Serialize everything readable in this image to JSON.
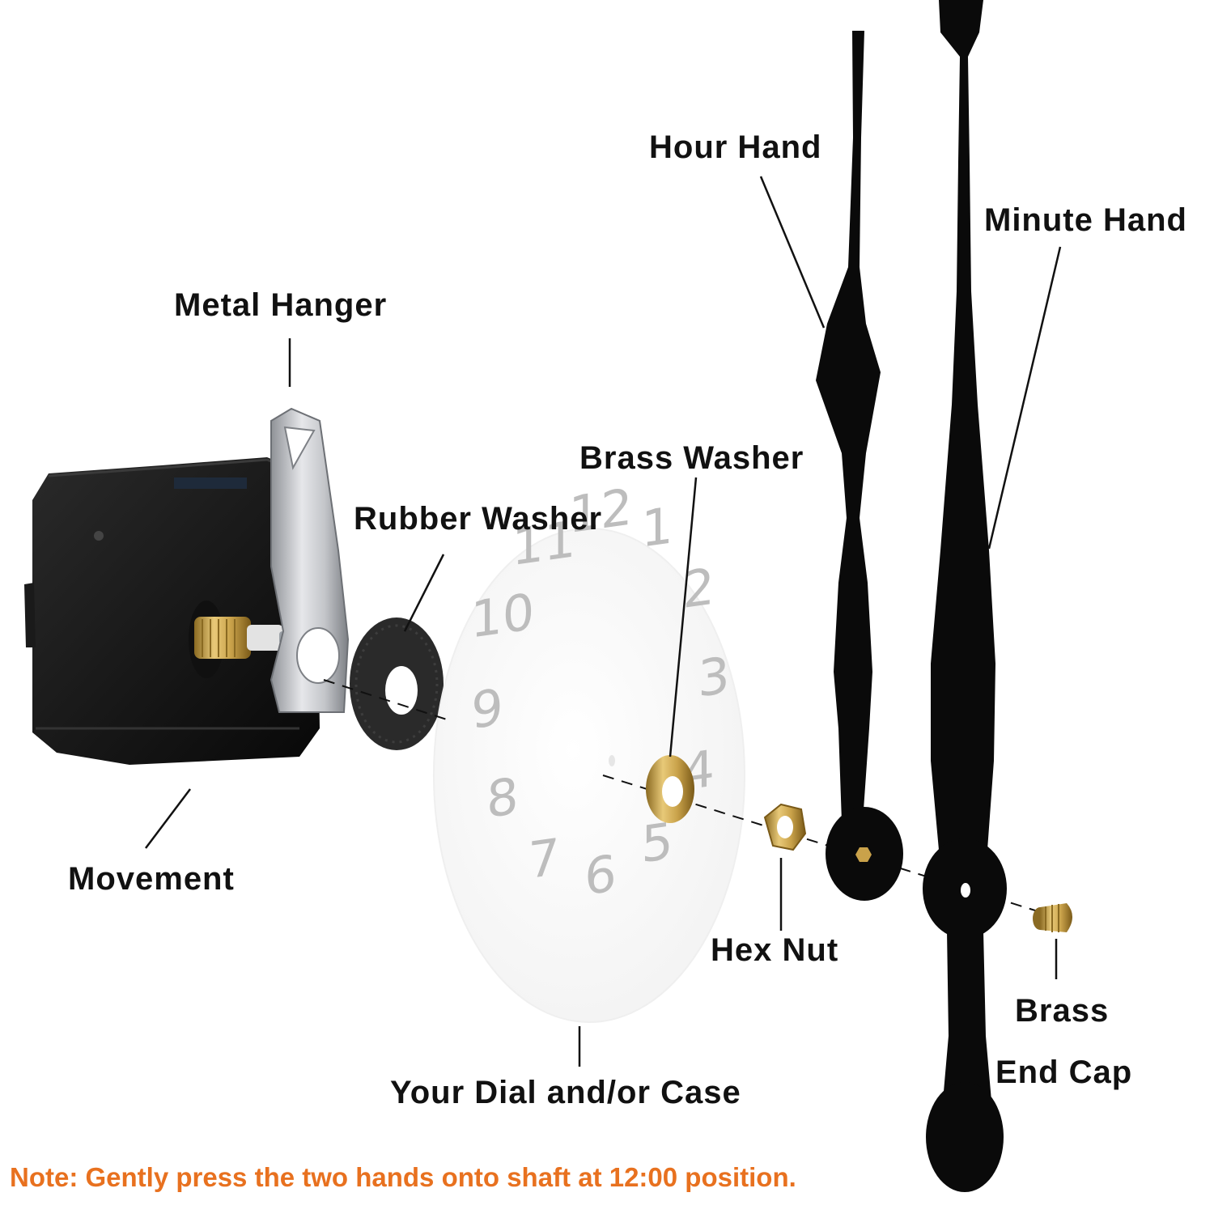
{
  "labels": {
    "hour_hand": "Hour Hand",
    "minute_hand": "Minute Hand",
    "metal_hanger": "Metal Hanger",
    "brass_washer": "Brass Washer",
    "rubber_washer": "Rubber Washer",
    "movement": "Movement",
    "hex_nut": "Hex Nut",
    "brass_line1": "Brass",
    "brass_line2": "End Cap",
    "dial": "Your Dial and/or Case"
  },
  "note": "Note: Gently press the two hands onto shaft at 12:00 position.",
  "dial_numbers": [
    "12",
    "1",
    "2",
    "3",
    "4",
    "5",
    "6",
    "7",
    "8",
    "9",
    "10",
    "11"
  ],
  "colors": {
    "note": "#e8711f",
    "brass": "#c9a24a",
    "hands": "#0a0a0a",
    "dial_numerals": "#bdbdbd"
  }
}
